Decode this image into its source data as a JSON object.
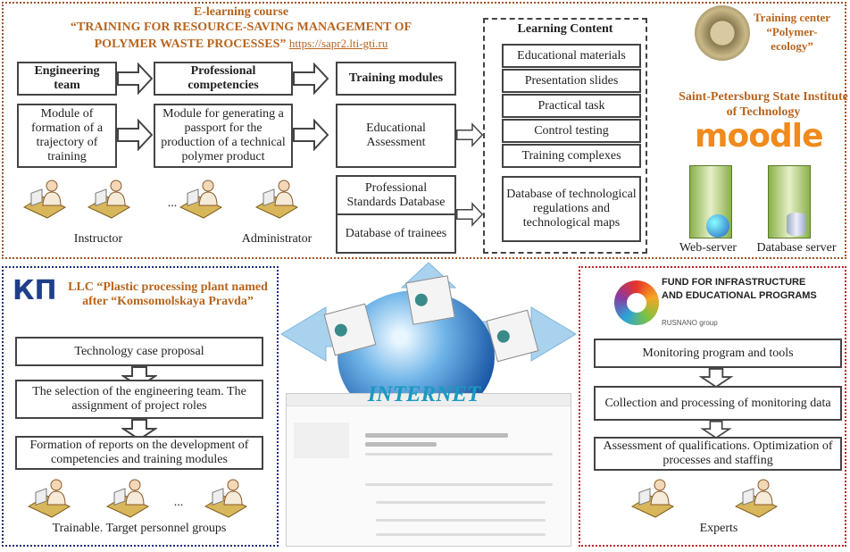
{
  "top": {
    "course_label": "E-learning course",
    "course_title_1": "“TRAINING FOR RESOURCE-SAVING MANAGEMENT OF",
    "course_title_2": "POLYMER WASTE PROCESSES”",
    "course_url": "https://sapr2.lti-gti.ru",
    "headers": [
      "Engineering team",
      "Professional competencies",
      "Training modules"
    ],
    "modules": [
      "Module of formation of a trajectory of training",
      "Module for generating a passport for the production of a technical polymer product",
      "Educational Assessment"
    ],
    "databases": [
      "Professional Standards Database",
      "Database of trainees"
    ],
    "roles": {
      "instructor": "Instructor",
      "ellipsis": "...",
      "administrator": "Administrator"
    },
    "learning_content": {
      "title": "Learning Content",
      "items": [
        "Educational materials",
        "Presentation slides",
        "Practical task",
        "Control testing",
        "Training complexes"
      ],
      "database": "Database of technological regulations and technological maps"
    },
    "training_center": "Training center “Polymer-ecology”",
    "institute": "Saint-Petersburg State Institute of Technology",
    "moodle": "moodle",
    "servers": [
      "Web-server",
      "Database server"
    ]
  },
  "left": {
    "logo": "КП",
    "title": "LLC “Plastic processing plant named after “Komsomolskaya Pravda”",
    "steps": [
      "Technology case proposal",
      "The selection of the engineering team. The assignment of project roles",
      "Formation of reports on the development of competencies and training modules"
    ],
    "ellipsis": "...",
    "footer": "Trainable. Target personnel groups"
  },
  "center": {
    "internet": "INTERNET"
  },
  "right": {
    "fund": "FUND FOR INFRASTRUCTURE AND EDUCATIONAL PROGRAMS",
    "group": "RUSNANO group",
    "steps": [
      "Monitoring program and tools",
      "Collection and processing of monitoring data",
      "Assessment of qualifications. Optimization of processes and staffing"
    ],
    "footer": "Experts"
  },
  "colors": {
    "orange": "#b8651e",
    "top_frame": "#a0552a",
    "left_frame": "#1f2f7a",
    "right_frame": "#c0262b",
    "arrow_blue": "#a8d2ee"
  }
}
